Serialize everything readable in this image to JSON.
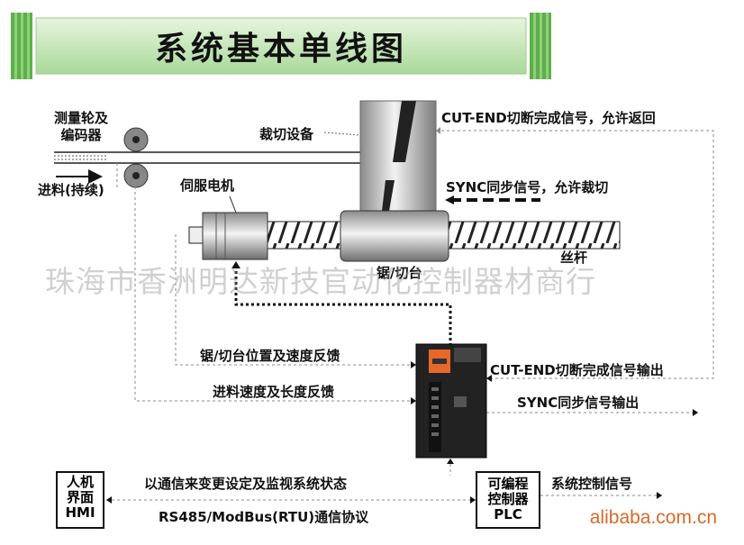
{
  "title": "系统基本单线图",
  "labels": {
    "measuring_wheel": "测量轮及\n编码器",
    "feed": "进料(持续)",
    "servo_motor": "伺服电机",
    "cutting_device": "裁切设备",
    "saw_table": "锯/切台",
    "lead_screw": "丝杆",
    "cut_end_allow_return": "CUT-END切断完成信号，允许返回",
    "sync_allow_cut": "SYNC同步信号，允许裁切",
    "saw_feedback": "锯/切台位置及速度反馈",
    "feed_feedback": "进料速度及长度反馈",
    "cut_end_output": "CUT-END切断完成信号输出",
    "sync_output": "SYNC同步信号输出",
    "comm_top": "以通信来变更设定及监视系统状态",
    "comm_bottom": "RS485/ModBus(RTU)通信协议",
    "hmi": "人机\n界面\nHMI",
    "plc": "可编程\n控制器\nPLC",
    "system_control": "系统控制信号"
  },
  "watermark": "珠海市香洲明达新技官动化控制器材商行",
  "site": "alibaba.com.cn",
  "colors": {
    "banner_green": "#6fbf5a",
    "banner_light": "#cfe9c2",
    "drive_orange": "#e8672a"
  }
}
